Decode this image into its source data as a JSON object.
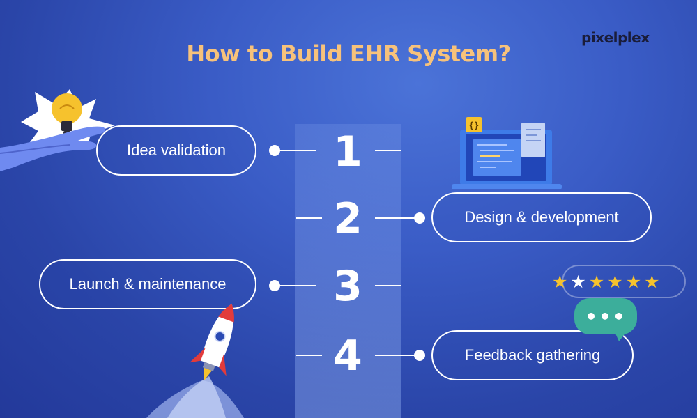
{
  "brand": "pixelplex",
  "title": "How to Build EHR System?",
  "steps": [
    {
      "number": "1",
      "label": "Idea validation"
    },
    {
      "number": "2",
      "label": "Design & development"
    },
    {
      "number": "3",
      "label": "Launch & maintenance"
    },
    {
      "number": "4",
      "label": "Feedback gathering"
    }
  ],
  "code_icon_glyph": "{}",
  "chat_bubble_text": "•••",
  "rating": {
    "stars": [
      "★",
      "★",
      "★",
      "★",
      "★",
      "★"
    ],
    "filled": 5,
    "total": 6
  },
  "colors": {
    "title": "#f7c27b",
    "brand": "#1a1d3a",
    "star": "#f6c22d",
    "bubble": "#3cae9b",
    "laptop": "#3e7be8"
  }
}
